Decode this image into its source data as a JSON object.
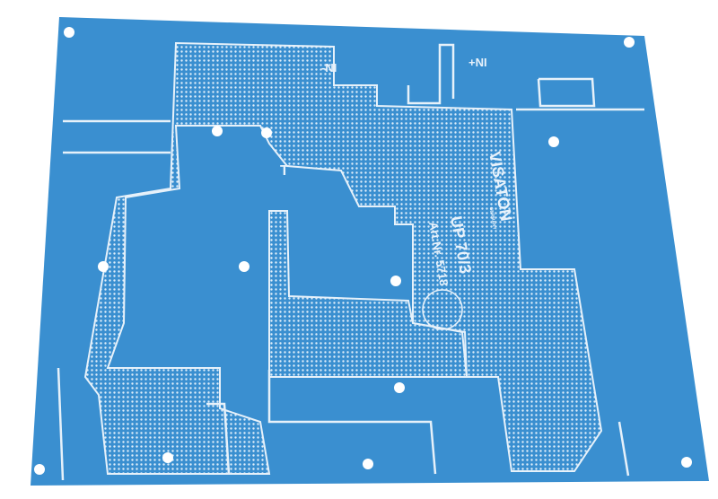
{
  "board": {
    "brand": "VISATON",
    "brand_sub": "GERMANY",
    "model": "UP 70/3",
    "article": "Art.Nr. 5718",
    "input_minus": "-NI",
    "input_plus": "+NI",
    "marker": "T",
    "colors": {
      "board": "#3a8fd0",
      "silk": "#e6f1fa",
      "background": "#ffffff"
    }
  }
}
